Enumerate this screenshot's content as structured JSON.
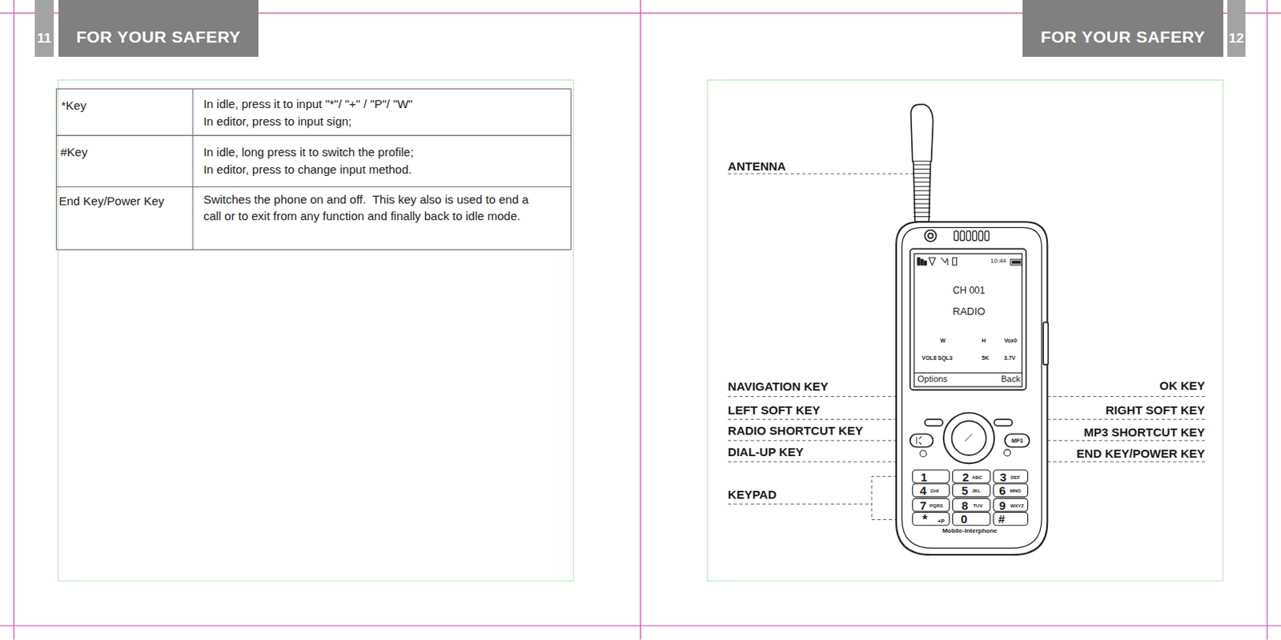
{
  "diagram": {
    "nodes": [
      {
        "text": [
          "11"
        ]
      },
      {
        "text": [
          "FOR YOUR SAFERY"
        ]
      },
      {
        "text": [
          "FOR YOUR SAFERY"
        ]
      },
      {
        "text": [
          "12"
        ]
      }
    ],
    "labels": [
      "*Key",
      "In idle, press it to input \"*\"/ \"+\" / \"P\"/ \"W\"",
      "In editor, press to input sign;",
      "#Key",
      "In idle, long press it to switch the profile;",
      "In editor, press to change input method.",
      "End Key/Power Key",
      "Switches the phone on and off.  This key also is used to end a call or to exit from any function and finally back to idle mode.",
      "ANTENNA",
      "NAVIGATION KEY",
      "LEFT SOFT KEY",
      "RADIO SHORTCUT KEY",
      "DIAL-UP KEY",
      "KEYPAD",
      "OK KEY",
      "RIGHT SOFT KEY",
      "MP3 SHORTCUT KEY",
      "END KEY/POWER KEY",
      "10:44",
      "CH 001",
      "RADIO",
      "W",
      "H",
      "Vox0",
      "VOL8 SQL3",
      "5K",
      "3.7V",
      "Options",
      "Back",
      "MP3",
      "1",
      "2",
      "ABC",
      "3",
      "DEF",
      "4",
      "GHI",
      "5",
      "JKL",
      "6",
      "MNO",
      "7",
      "PQRS",
      "8",
      "TUV",
      "9",
      "WXYZ",
      "*",
      "+P",
      "0",
      "#",
      "Mobile-Interphone"
    ]
  }
}
